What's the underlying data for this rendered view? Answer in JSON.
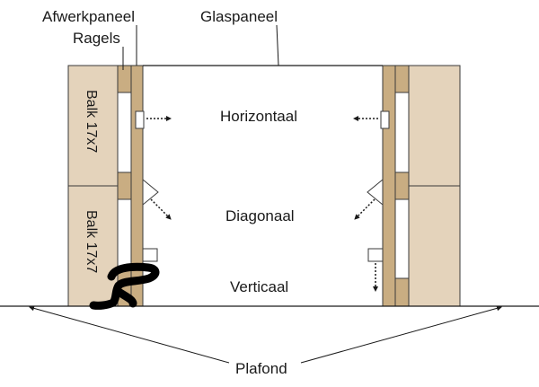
{
  "labels": {
    "afwerkpaneel": "Afwerkpaneel",
    "ragels": "Ragels",
    "glaspaneel": "Glaspaneel",
    "horizontaal": "Horizontaal",
    "diagonaal": "Diagonaal",
    "verticaal": "Verticaal",
    "plafond": "Plafond",
    "balk_top": "Balk 17x7",
    "balk_bottom": "Balk 17x7"
  },
  "colors": {
    "beam": "#e4d3bb",
    "batten": "#c9ad82",
    "outline": "#3a3a3a",
    "line": "#1a1a1a",
    "redaction": "#000000"
  }
}
